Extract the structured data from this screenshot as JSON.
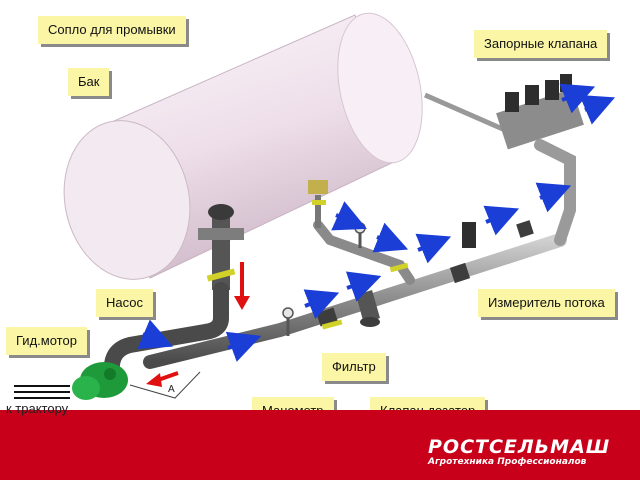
{
  "labels": {
    "nozzle": "Сопло для промывки",
    "tank": "Бак",
    "valves": "Запорные клапана",
    "flow_meter": "Измеритель потока",
    "pump": "Насос",
    "hydro_motor": "Гид.мотор",
    "filter": "Фильтр",
    "gauge": "Манометр",
    "dosing_valve": "Клапан дозатор",
    "to_tractor": "к трактору",
    "marker_a": "А"
  },
  "brand": {
    "name": "РОСТСЕЛЬМАШ",
    "tagline": "Агротехника Профессионалов"
  },
  "colors": {
    "flow_arrow": "#1b3fd6",
    "return_arrow": "#e01010",
    "callout_bg": "#fbf6a6",
    "brand_red": "#c8001a",
    "pump_green": "#1f9a3a"
  }
}
